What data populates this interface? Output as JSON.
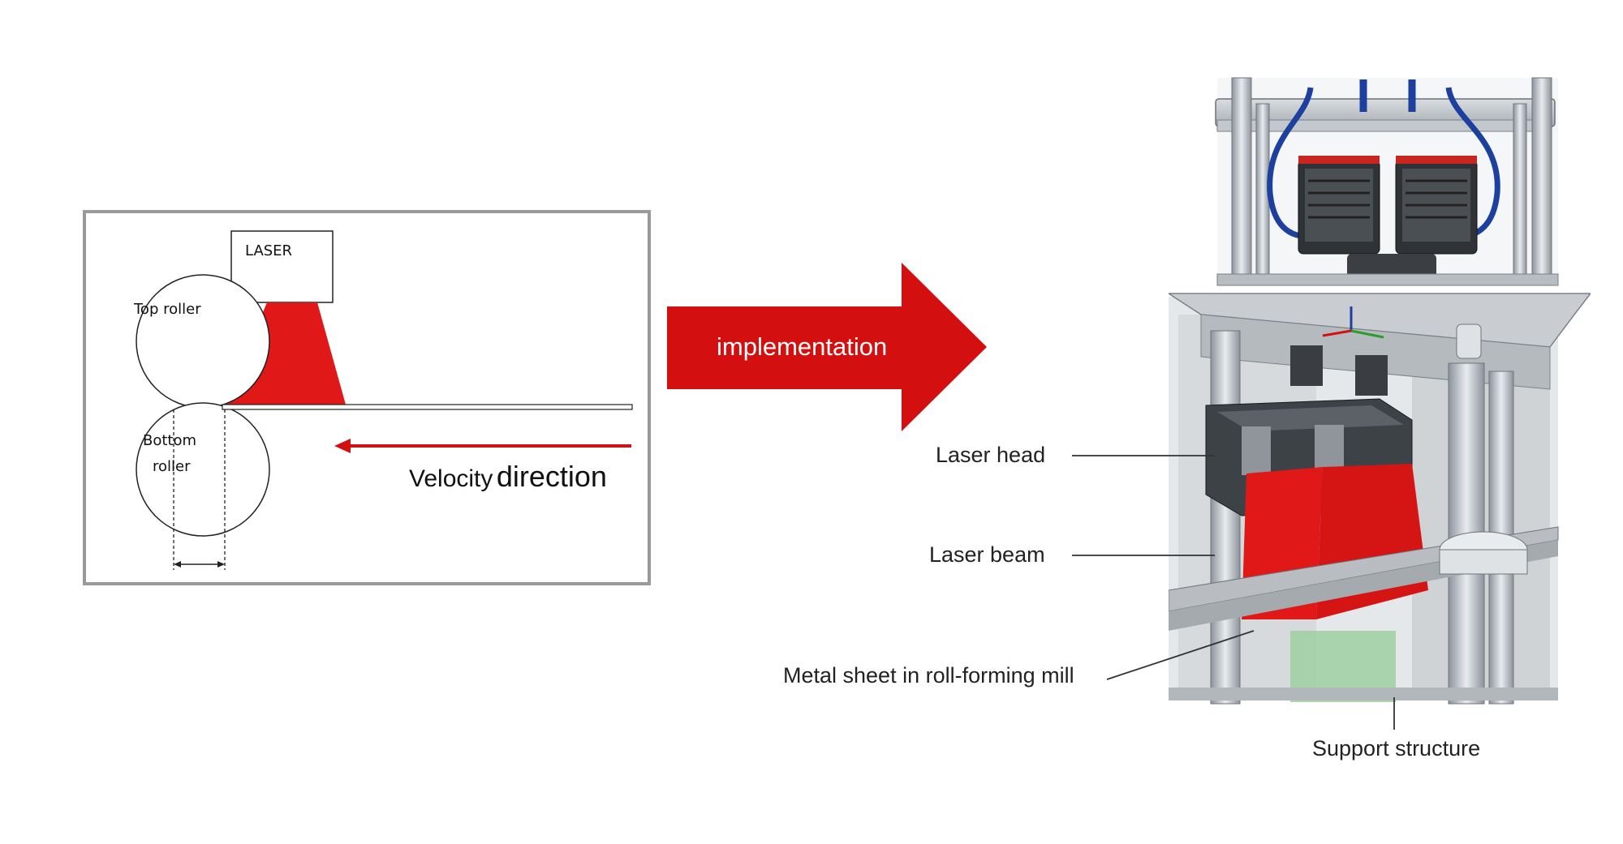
{
  "schematic": {
    "laser_label": "LASER",
    "top_roller_label": "Top roller",
    "bottom_roller_label_line1": "Bottom",
    "bottom_roller_label_line2": "roller",
    "velocity_word1": "Velocity",
    "velocity_word2": "direction"
  },
  "transition": {
    "arrow_label": "implementation"
  },
  "callouts": {
    "laser_head": "Laser head",
    "laser_beam": "Laser beam",
    "metal_sheet": "Metal sheet in roll-forming mill",
    "support_structure": "Support structure"
  },
  "colors": {
    "accent_red": "#d40f0f",
    "frame_gray": "#9a9a9a",
    "beam_red": "#e01818"
  },
  "icons": [
    "right-arrow-icon",
    "left-arrow-icon",
    "dimension-arrow-icon"
  ]
}
